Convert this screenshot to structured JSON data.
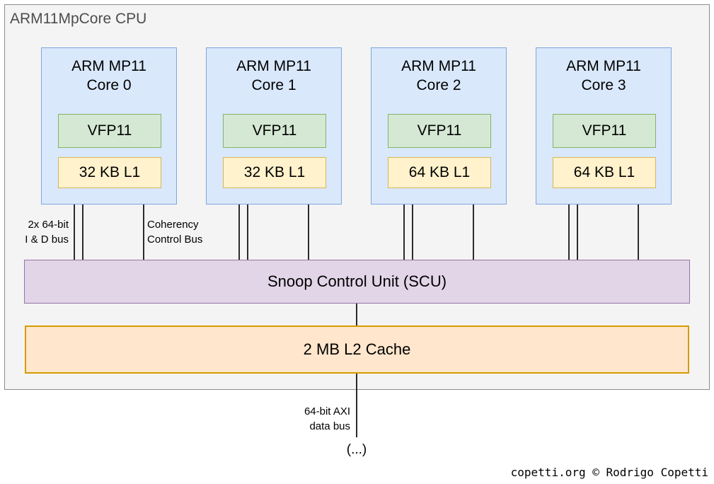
{
  "diagram": {
    "title": "ARM11MpCore CPU",
    "cores": [
      {
        "title": "ARM MP11\nCore 0",
        "fpu": "VFP11",
        "l1": "32 KB L1"
      },
      {
        "title": "ARM MP11\nCore 1",
        "fpu": "VFP11",
        "l1": "32 KB L1"
      },
      {
        "title": "ARM MP11\nCore 2",
        "fpu": "VFP11",
        "l1": "64 KB L1"
      },
      {
        "title": "ARM MP11\nCore 3",
        "fpu": "VFP11",
        "l1": "64 KB L1"
      }
    ],
    "bus_labels": {
      "id_bus": "2x 64-bit\nI & D bus",
      "coherency_bus": "Coherency\nControl Bus"
    },
    "scu": "Snoop Control Unit (SCU)",
    "l2_cache": "2 MB L2 Cache",
    "axi_bus_label": "64-bit AXI\ndata bus",
    "continuation": "(...)",
    "attribution": "copetti.org © Rodrigo Copetti",
    "colors": {
      "frame_fill": "#f4f4f4",
      "frame_border": "#8c8c8c",
      "core_fill": "#dae8fc",
      "core_border": "#7ea6dc",
      "fpu_fill": "#d5e8d4",
      "fpu_border": "#82b366",
      "l1_fill": "#fff2cc",
      "l1_border": "#d6b656",
      "scu_fill": "#e1d5e7",
      "scu_border": "#9673a6",
      "l2_fill": "#ffe6cc",
      "l2_border": "#d79b00",
      "line": "#2b2b2b",
      "title_text": "#4d4d4d"
    }
  }
}
